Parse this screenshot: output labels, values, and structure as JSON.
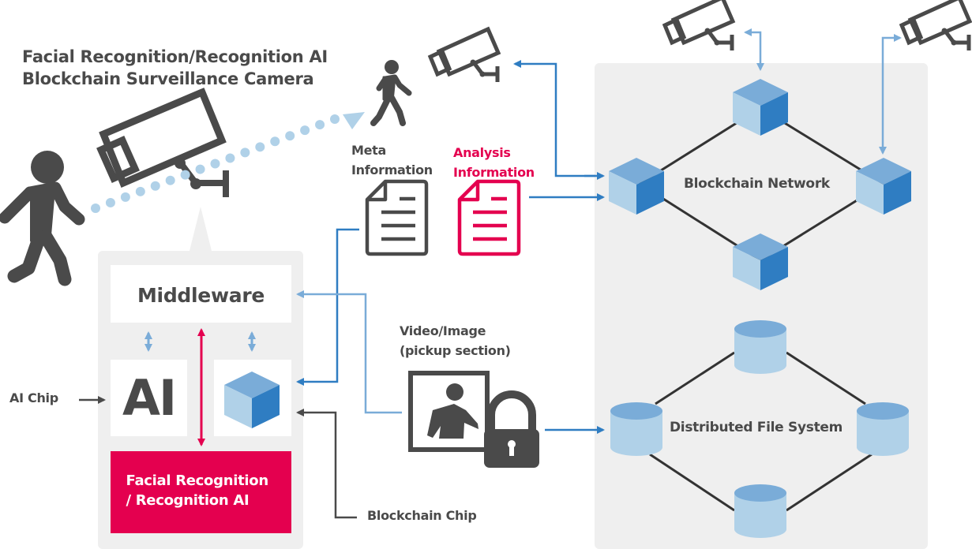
{
  "title": {
    "line1": "Facial Recognition/Recognition AI",
    "line2": "Blockchain Surveillance Camera"
  },
  "camera_device": {
    "middleware_label": "Middleware",
    "ai_label": "AI",
    "facial_recognition_line1": "Facial Recognition",
    "facial_recognition_line2": "/ Recognition AI"
  },
  "callouts": {
    "ai_chip": "AI Chip",
    "blockchain_chip": "Blockchain Chip"
  },
  "data_items": {
    "meta_line1": "Meta",
    "meta_line2": "Information",
    "analysis_line1": "Analysis",
    "analysis_line2": "Information",
    "video_line1": "Video/Image",
    "video_line2": "(pickup section)"
  },
  "networks": {
    "blockchain": "Blockchain Network",
    "file_system": "Distributed File System"
  },
  "colors": {
    "text_dark": "#4a4a4a",
    "accent_red": "#e4004f",
    "arrow_blue": "#2f7dc2",
    "arrow_light_blue": "#7aacd8",
    "panel_gray": "#efefef",
    "cube_light": "#b0d1e8",
    "cube_top": "#7aacd8",
    "cube_dark": "#2f7dc2"
  }
}
